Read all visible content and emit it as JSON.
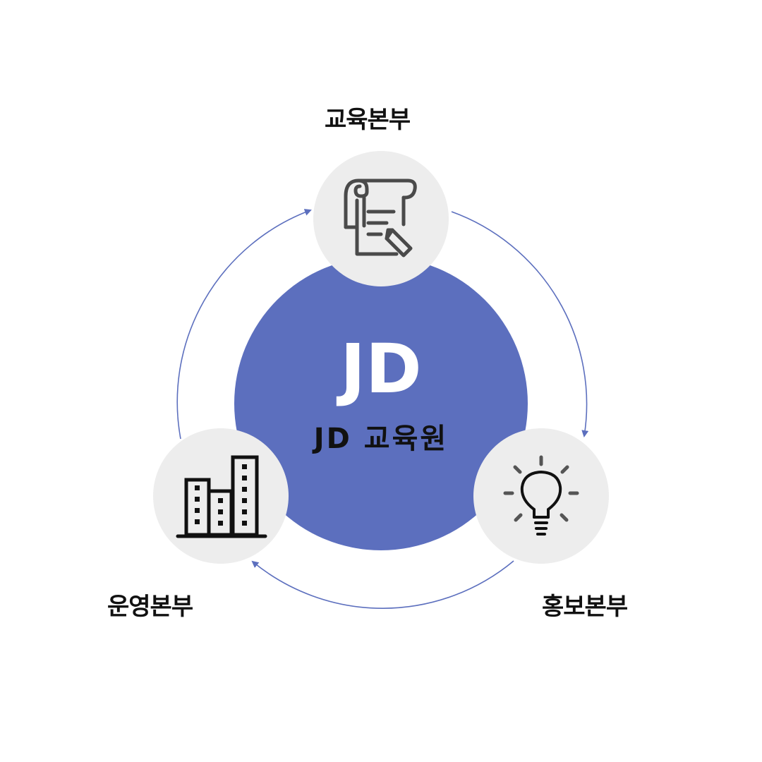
{
  "center": {
    "mark": "JD",
    "name": "JD 교육원"
  },
  "nodes": {
    "top": {
      "label": "교육본부",
      "icon": "document-pencil-icon"
    },
    "right": {
      "label": "홍보본부",
      "icon": "lightbulb-icon"
    },
    "left": {
      "label": "운영본부",
      "icon": "buildings-icon"
    }
  },
  "colors": {
    "accent": "#5C6FBE",
    "node_fill": "#EDEDED",
    "icon_stroke": "#4A4A4A",
    "text": "#111111"
  }
}
